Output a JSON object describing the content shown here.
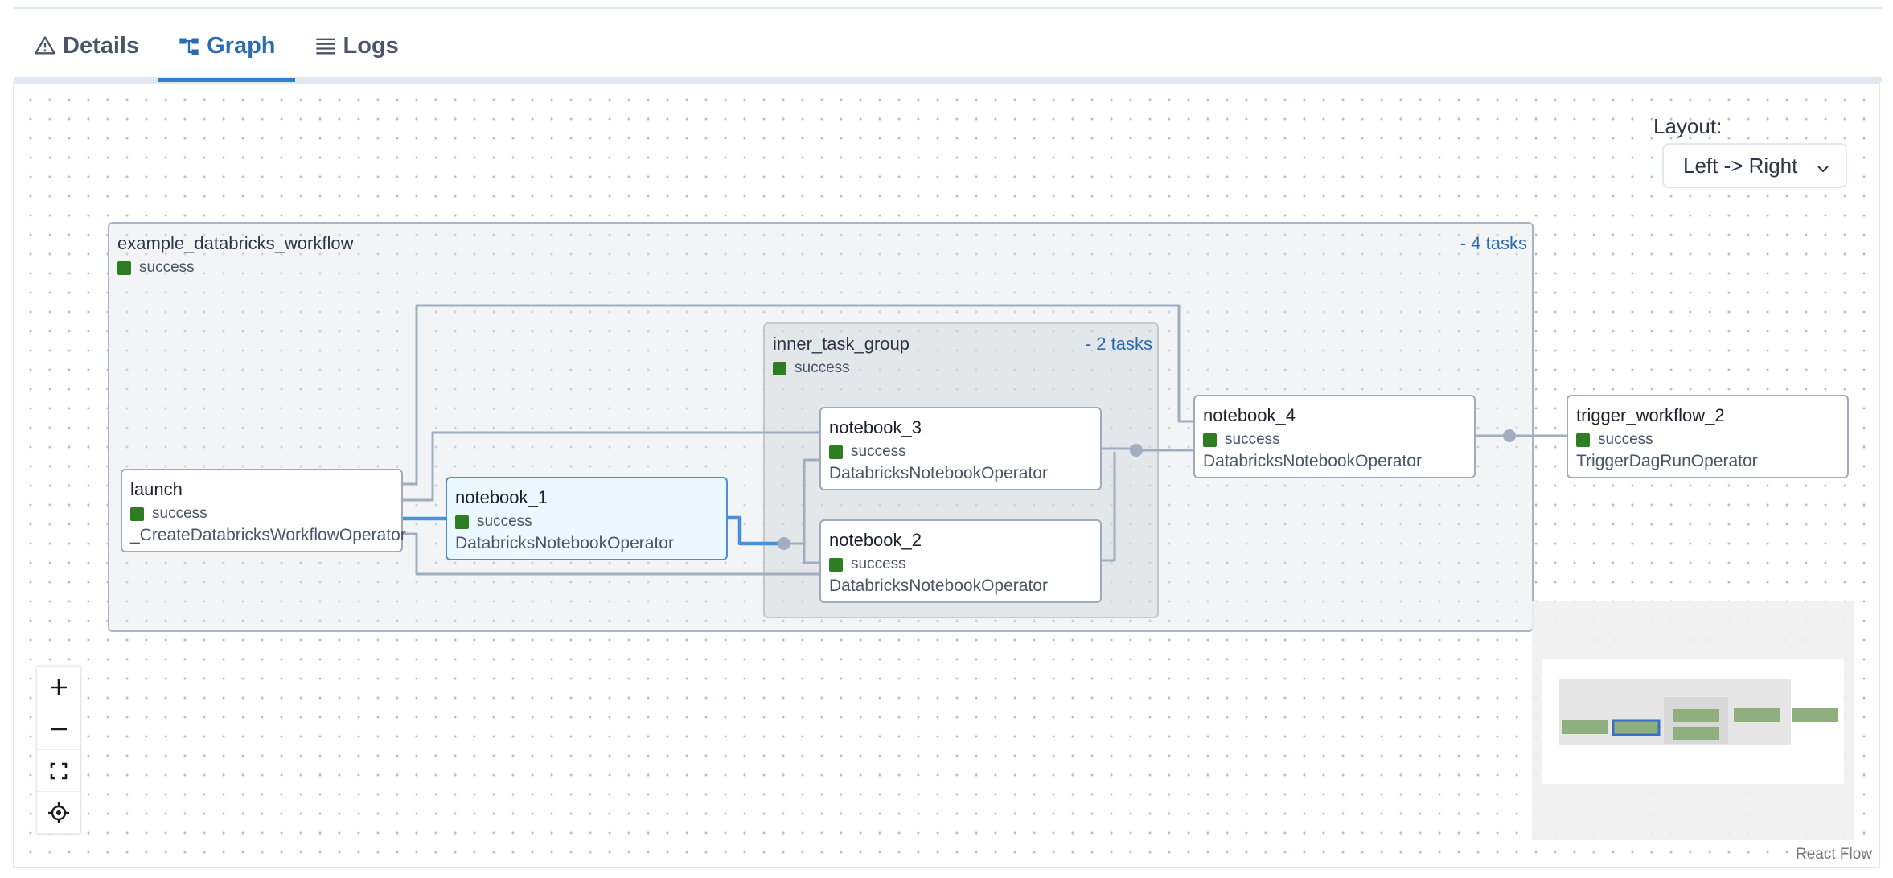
{
  "tabs": [
    {
      "label": "Details",
      "icon": "warning-icon",
      "active": false
    },
    {
      "label": "Graph",
      "icon": "graph-icon",
      "active": true
    },
    {
      "label": "Logs",
      "icon": "list-icon",
      "active": false
    }
  ],
  "layout": {
    "label": "Layout:",
    "selected": "Left -> Right"
  },
  "groups": {
    "outer": {
      "title": "example_databricks_workflow",
      "status": "success",
      "count": "- 4 tasks"
    },
    "inner": {
      "title": "inner_task_group",
      "status": "success",
      "count": "- 2 tasks"
    }
  },
  "nodes": {
    "launch": {
      "title": "launch",
      "status": "success",
      "operator": "_CreateDatabricksWorkflowOperator"
    },
    "notebook_1": {
      "title": "notebook_1",
      "status": "success",
      "operator": "DatabricksNotebookOperator"
    },
    "notebook_3": {
      "title": "notebook_3",
      "status": "success",
      "operator": "DatabricksNotebookOperator"
    },
    "notebook_2": {
      "title": "notebook_2",
      "status": "success",
      "operator": "DatabricksNotebookOperator"
    },
    "notebook_4": {
      "title": "notebook_4",
      "status": "success",
      "operator": "DatabricksNotebookOperator"
    },
    "trigger_workflow_2": {
      "title": "trigger_workflow_2",
      "status": "success",
      "operator": "TriggerDagRunOperator"
    }
  },
  "colors": {
    "success": "#2f7d22",
    "accent": "#2b6cb0",
    "edge": "#a0aec0",
    "selected_edge": "#4a90d9"
  },
  "attribution": "React Flow"
}
